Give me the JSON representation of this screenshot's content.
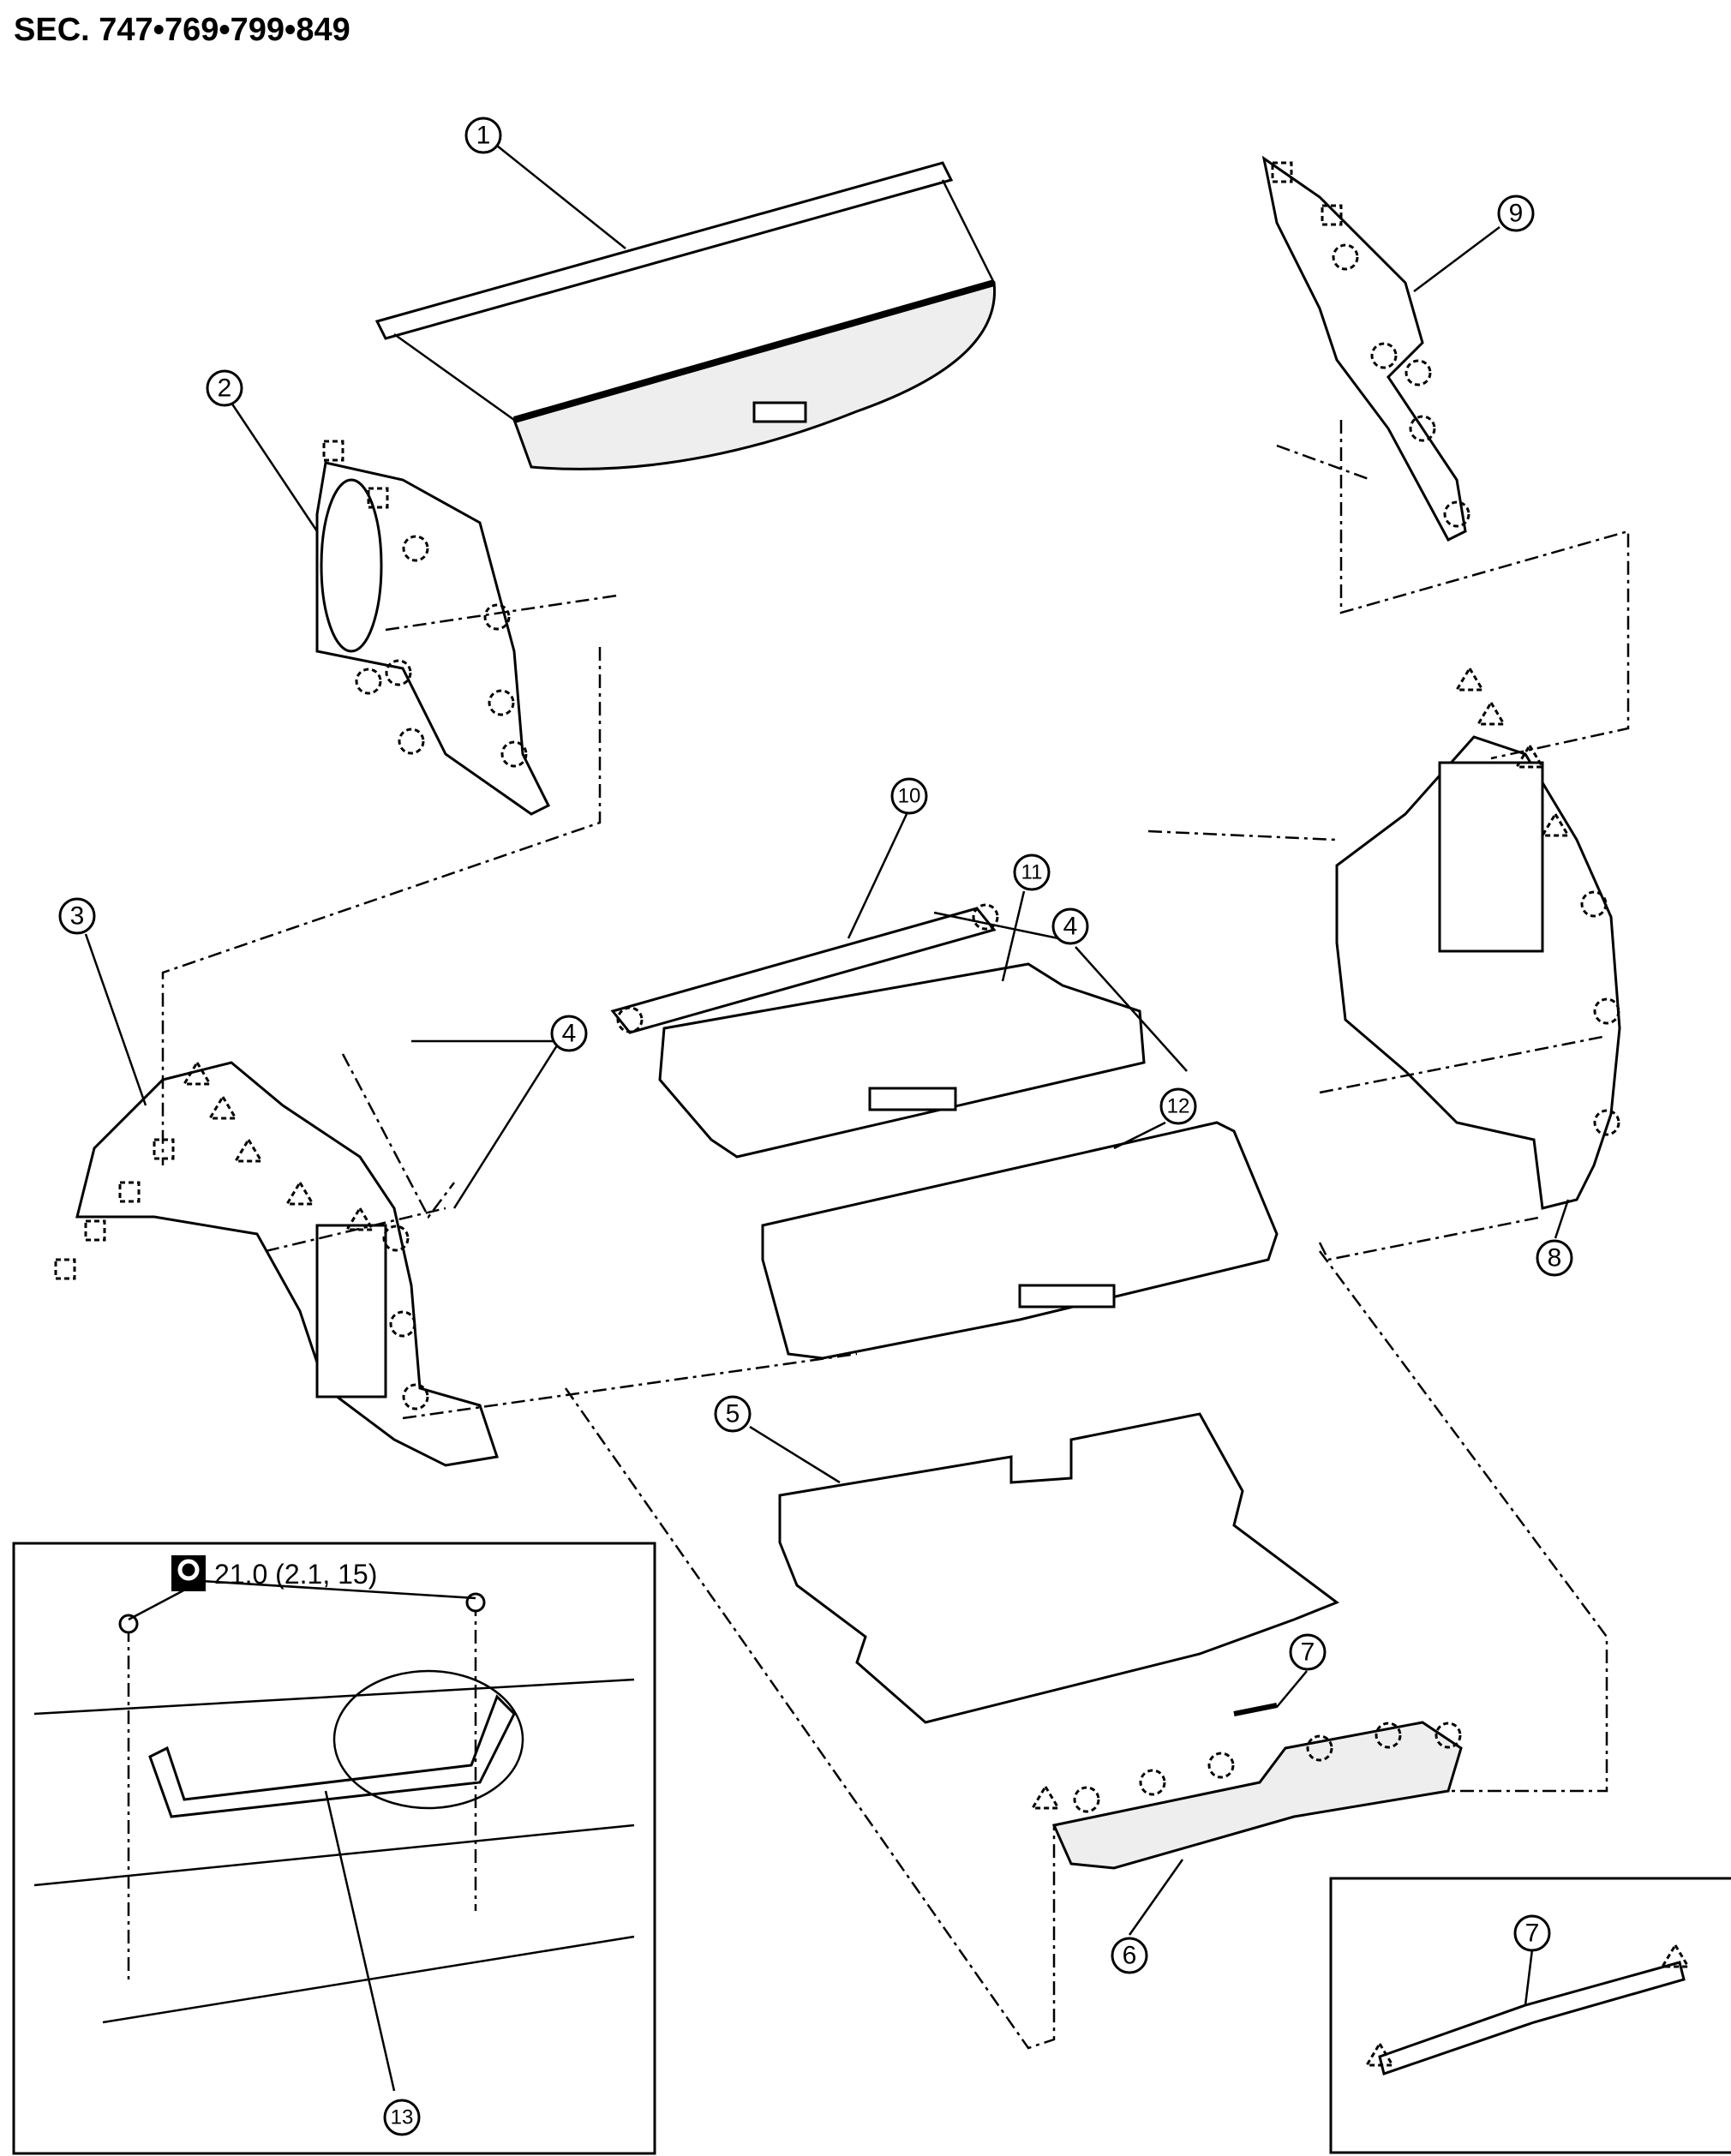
{
  "section_title": "SEC. 747•769•799•849",
  "torque_spec": {
    "icon": "wrench-torque-icon",
    "value": "21.0 (2.1, 15)"
  },
  "callouts": {
    "c1": "1",
    "c2": "2",
    "c3": "3",
    "c4a": "4",
    "c4b": "4",
    "c5": "5",
    "c6": "6",
    "c7": "7",
    "c7_inset": "7",
    "c8": "8",
    "c9": "9",
    "c10": "10",
    "c11": "11",
    "c12": "12",
    "c13": "13"
  },
  "legend_symbols": [
    "clip-square-icon",
    "clip-circle-icon",
    "clip-triangle-icon"
  ]
}
